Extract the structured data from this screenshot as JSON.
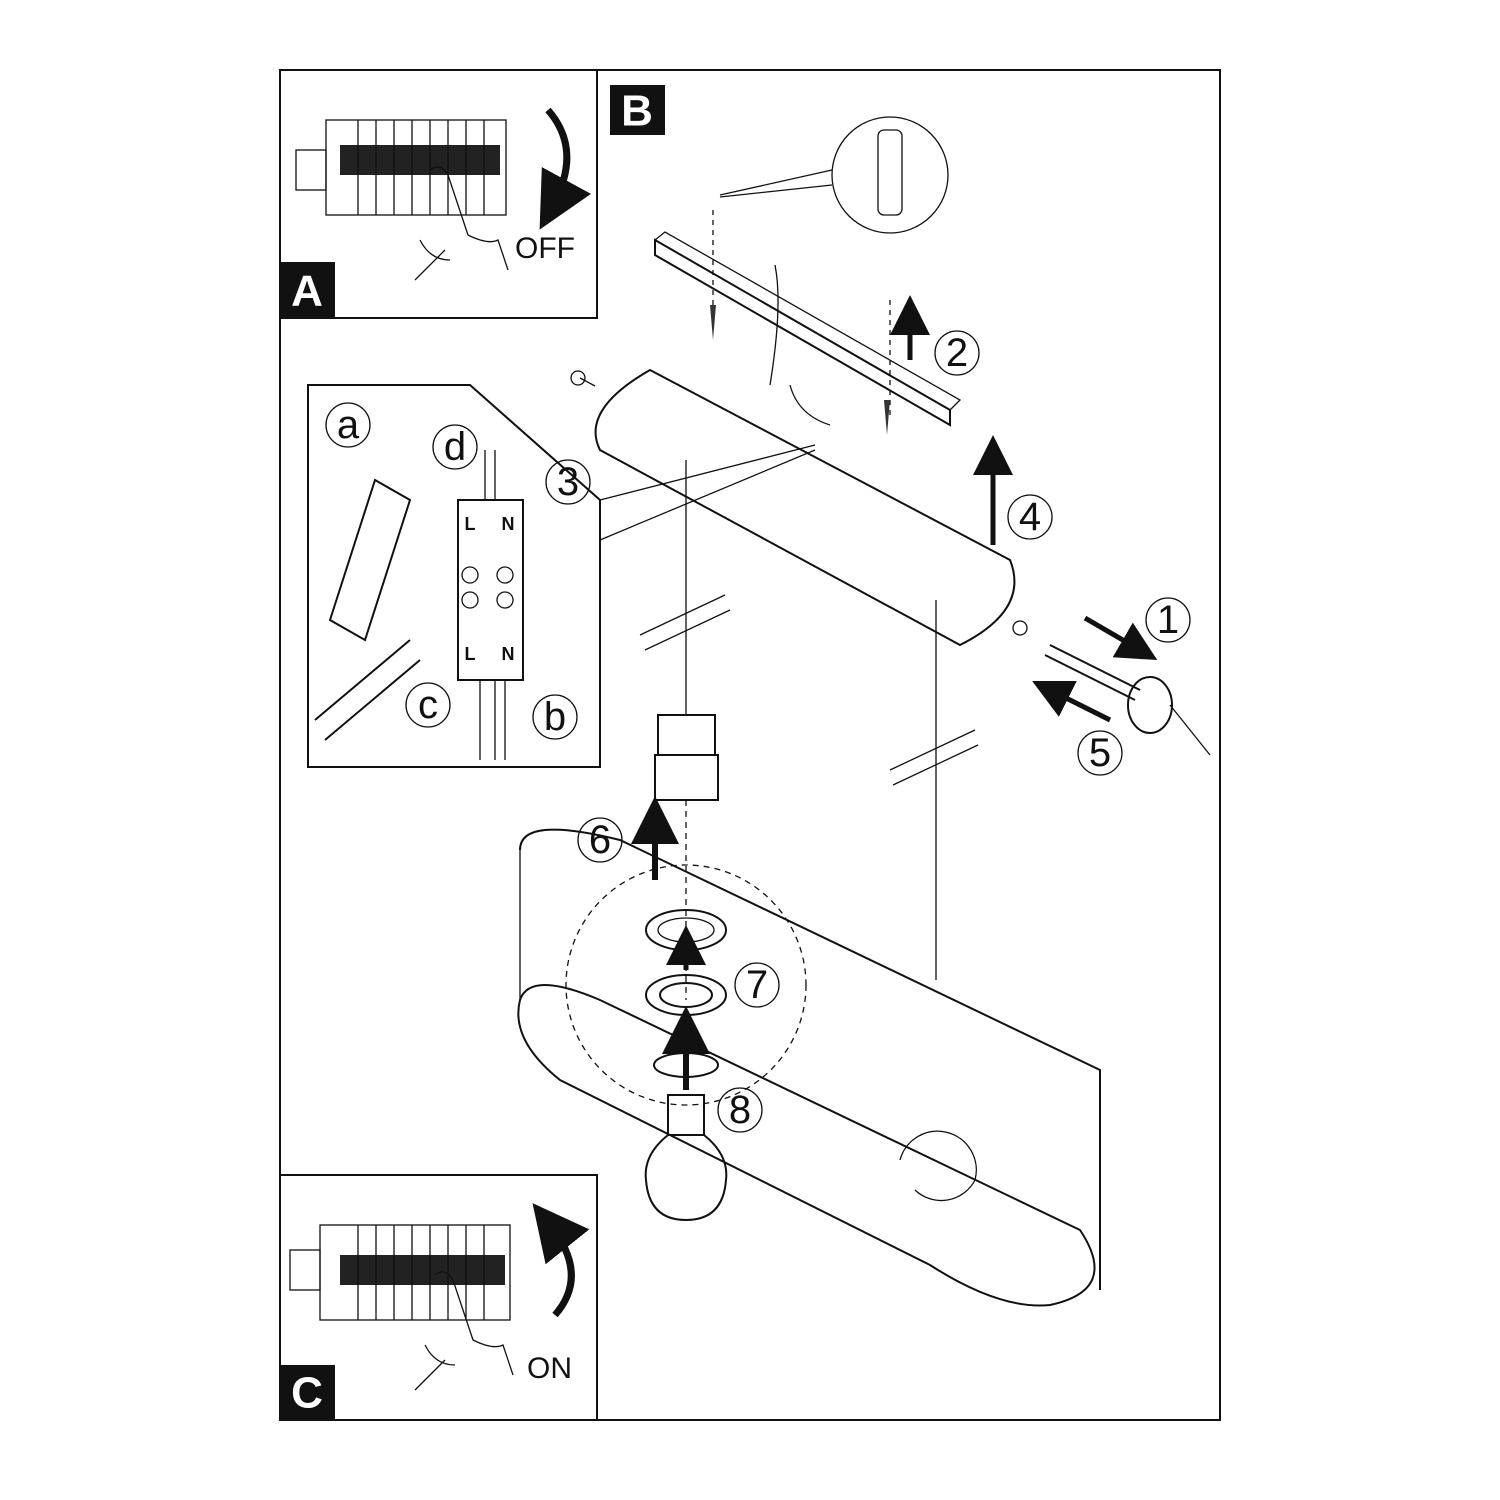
{
  "panels": {
    "a": {
      "label": "A",
      "action": "OFF"
    },
    "b": {
      "label": "B"
    },
    "c": {
      "label": "C",
      "action": "ON"
    }
  },
  "steps": [
    "1",
    "2",
    "3",
    "4",
    "5",
    "6",
    "7",
    "8"
  ],
  "wiring_inset": {
    "substeps": [
      "a",
      "b",
      "c",
      "d"
    ],
    "terminal_labels": [
      "L",
      "N",
      "L",
      "N"
    ]
  }
}
